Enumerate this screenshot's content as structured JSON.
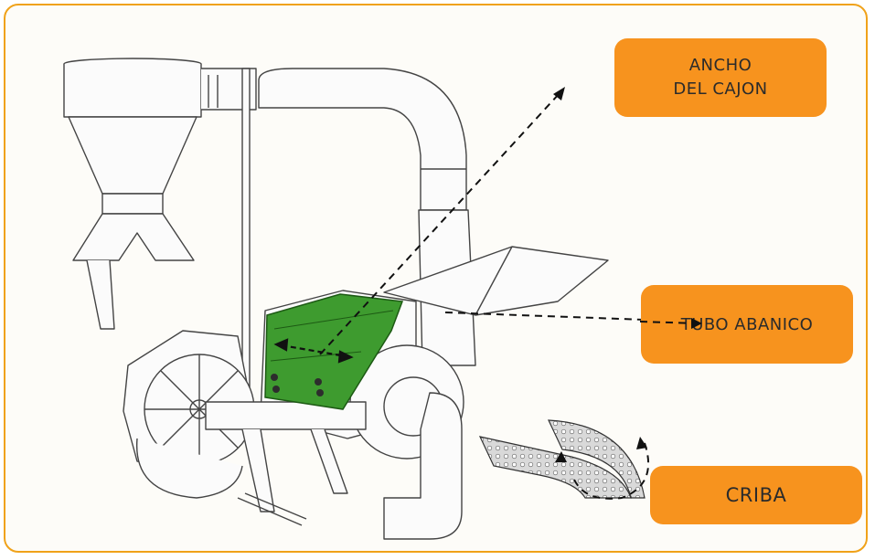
{
  "labels": {
    "ancho_line1": "ANCHO",
    "ancho_line2": "DEL CAJON",
    "tubo": "TUBO ABANICO",
    "criba": "CRIBA"
  },
  "colors": {
    "callout": "#f7931e",
    "frame": "#f0a21a",
    "highlight_box": "#3e9b2f",
    "line": "#1a1a1a"
  },
  "icons": [
    "hammer-mill-machine",
    "cyclone-hopper",
    "screen-sieve"
  ]
}
